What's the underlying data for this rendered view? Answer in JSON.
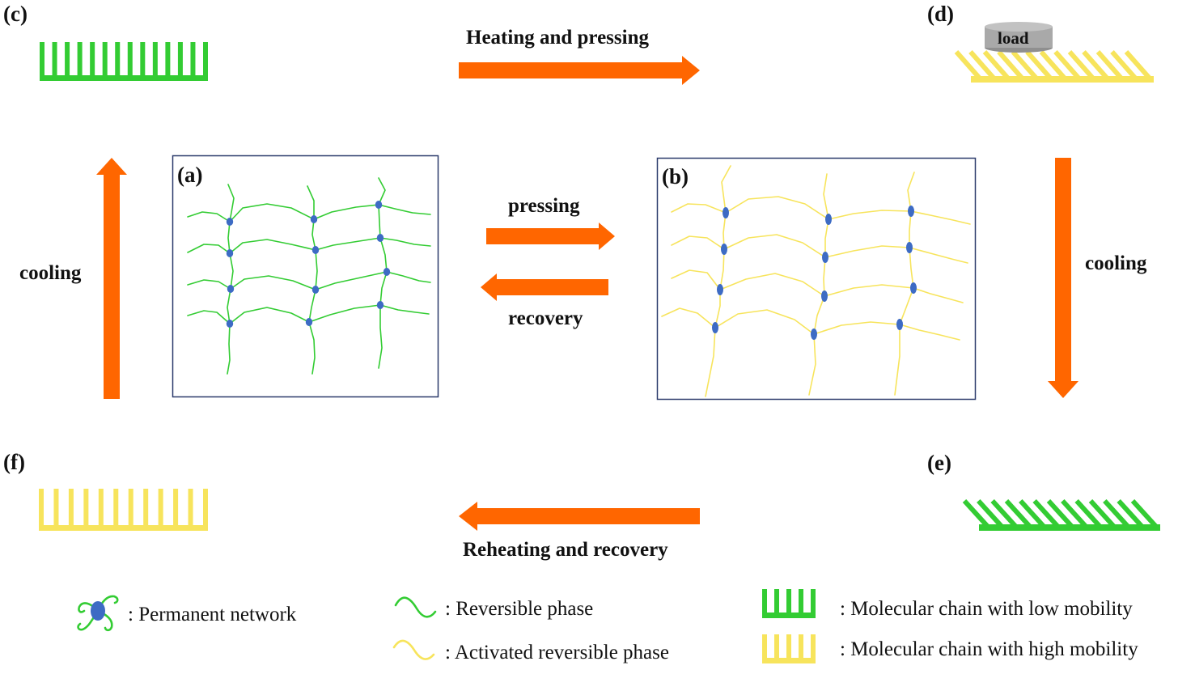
{
  "panel_labels": {
    "a": "(a)",
    "b": "(b)",
    "c": "(c)",
    "d": "(d)",
    "e": "(e)",
    "f": "(f)"
  },
  "steps": {
    "heating_pressing": "Heating and pressing",
    "pressing": "pressing",
    "recovery": "recovery",
    "cooling_left": "cooling",
    "cooling_right": "cooling",
    "reheating_recovery": "Reheating and recovery"
  },
  "load_label": "load",
  "legend": {
    "permanent_network": ": Permanent network",
    "reversible_phase": ": Reversible phase",
    "activated_reversible_phase": ": Activated reversible phase",
    "low_mobility": ": Molecular chain with low mobility",
    "high_mobility": ": Molecular chain with high mobility"
  },
  "colors": {
    "arrow": "#ff6600",
    "low_mobility_green": "#33cc33",
    "high_mobility_yellow": "#f7e45c",
    "crosslink_blue": "#3d6bc4",
    "box_border": "#2b3a6b",
    "load_grey": "#a9a9a9"
  }
}
